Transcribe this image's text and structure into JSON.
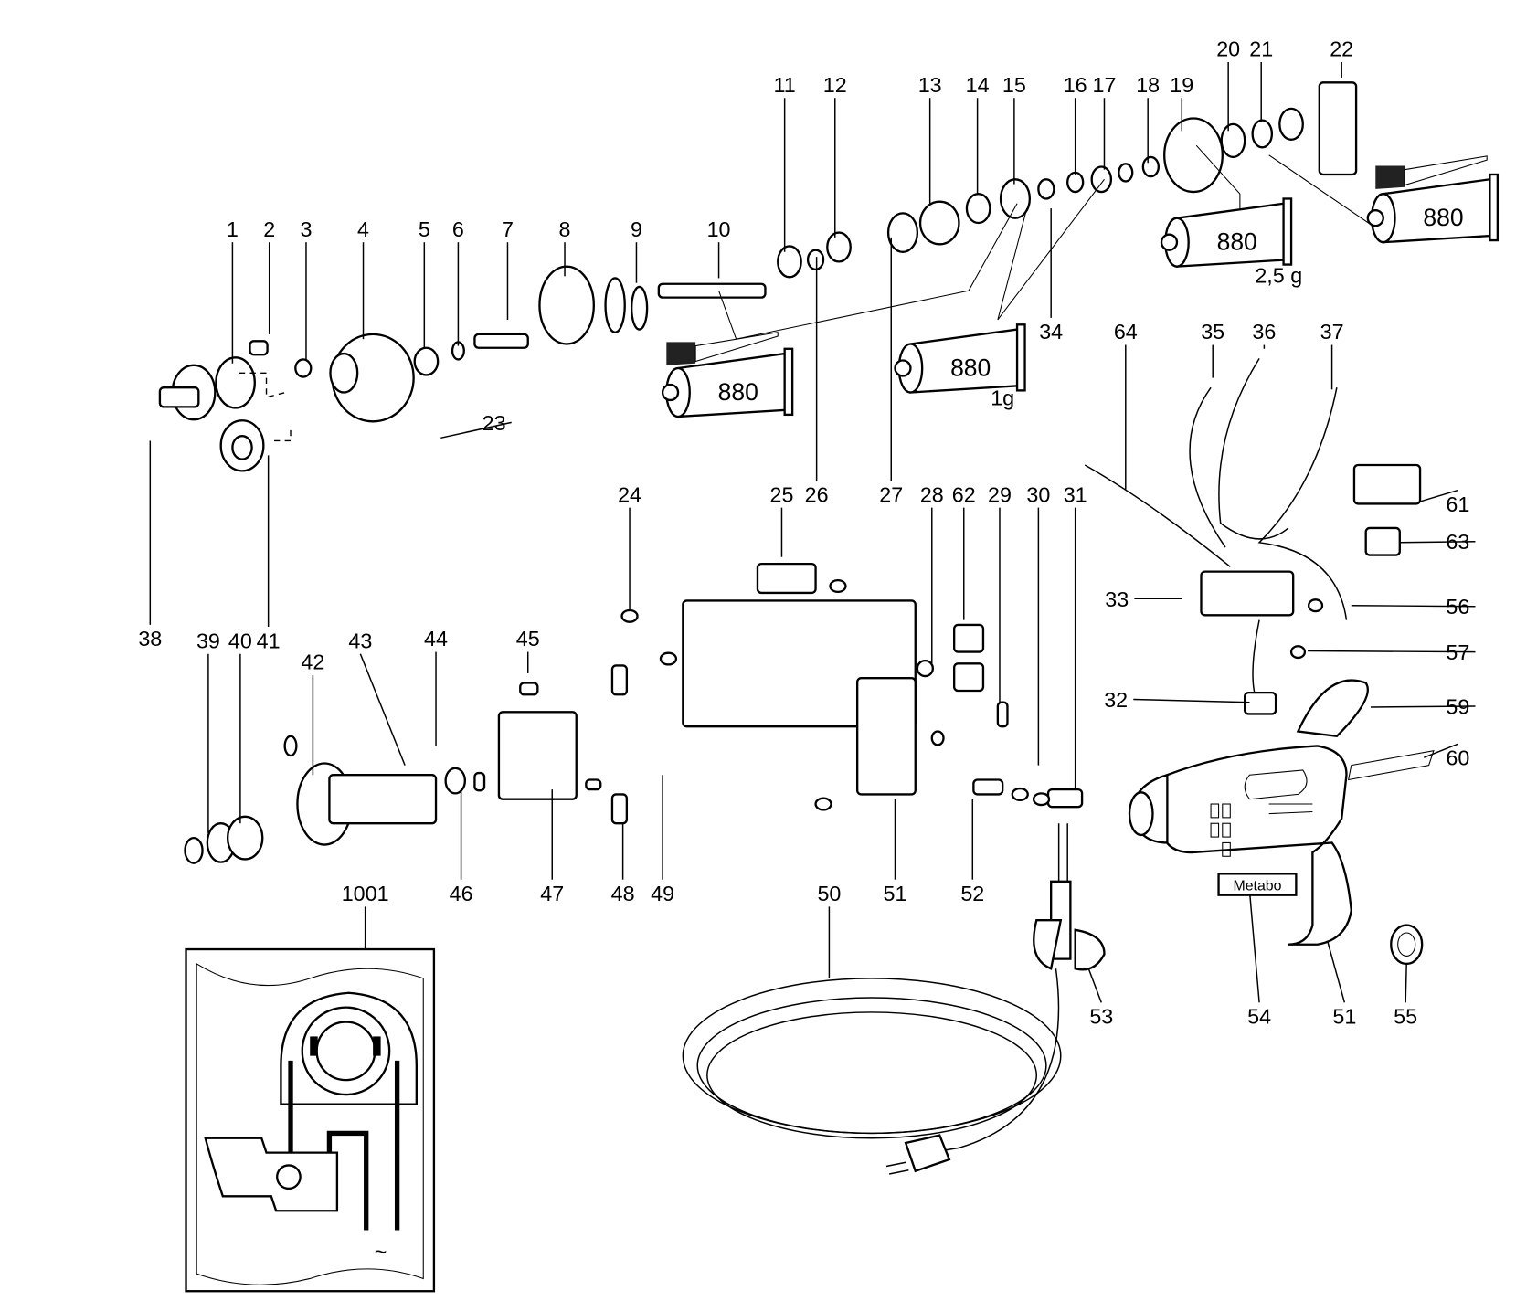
{
  "title": "Exploded parts diagram - drill",
  "part_numbers": [
    "1",
    "2",
    "3",
    "4",
    "5",
    "6",
    "7",
    "8",
    "9",
    "10",
    "11",
    "12",
    "13",
    "14",
    "15",
    "16",
    "17",
    "18",
    "19",
    "20",
    "21",
    "22",
    "23",
    "24",
    "25",
    "26",
    "27",
    "28",
    "29",
    "30",
    "31",
    "32",
    "33",
    "34",
    "35",
    "36",
    "37",
    "38",
    "39",
    "40",
    "41",
    "42",
    "43",
    "44",
    "45",
    "46",
    "47",
    "48",
    "49",
    "50",
    "51",
    "52",
    "53",
    "54",
    "55",
    "56",
    "57",
    "59",
    "60",
    "61",
    "62",
    "63",
    "64",
    "1001",
    "51"
  ],
  "grease_tubes": [
    {
      "code": "880",
      "amount": ""
    },
    {
      "code": "880",
      "amount": "1g"
    },
    {
      "code": "880",
      "amount": "2,5 g"
    },
    {
      "code": "880",
      "amount": ""
    }
  ],
  "brand_logo": "Metabo",
  "circuit_symbol": "~"
}
